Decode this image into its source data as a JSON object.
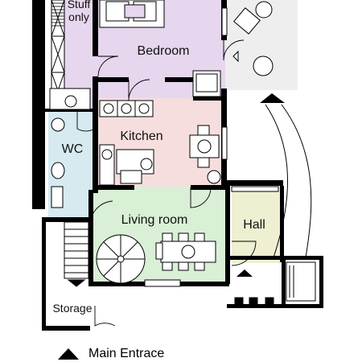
{
  "rooms": {
    "stuff": "Stuff\nonly",
    "bedroom": "Bedroom",
    "kitchen": "Kitchen",
    "wc": "WC",
    "living": "Living room",
    "hall": "Hall",
    "storage": "Storage"
  },
  "legend": {
    "marker_icon": "triangle-up-icon",
    "label": "Main Entrace"
  },
  "colors": {
    "bedroom": "#e6d6ee",
    "kitchen": "#f6dede",
    "wc": "#d6eaf0",
    "living": "#d9efd6",
    "hall": "#efefd2",
    "terrace": "#eeeeee",
    "wall": "#000000"
  }
}
